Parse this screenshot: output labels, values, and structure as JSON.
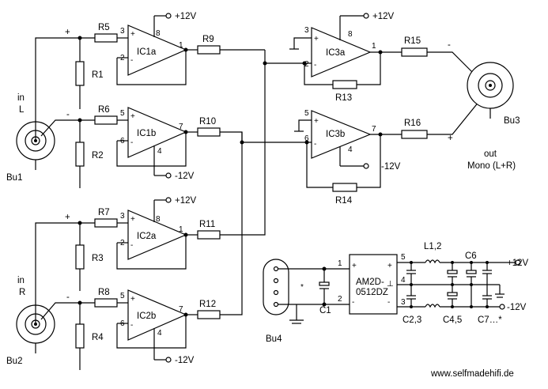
{
  "components": {
    "resistors": [
      "R1",
      "R2",
      "R3",
      "R4",
      "R5",
      "R6",
      "R7",
      "R8",
      "R9",
      "R10",
      "R11",
      "R12",
      "R13",
      "R14",
      "R15",
      "R16"
    ],
    "opamps": [
      "IC1a",
      "IC1b",
      "IC2a",
      "IC2b",
      "IC3a",
      "IC3b"
    ],
    "connectors": [
      "Bu1",
      "Bu2",
      "Bu3",
      "Bu4"
    ],
    "capacitors": [
      "C1",
      "C2,3",
      "C4,5",
      "C6",
      "C7…*"
    ],
    "inductor": "L1,2",
    "converter": [
      "AM2D-",
      "0512DZ"
    ]
  },
  "pins": {
    "p1": "1",
    "p2": "2",
    "p3": "3",
    "p4": "4",
    "p5": "5",
    "p6": "6",
    "p7": "7",
    "p8": "8"
  },
  "signs": {
    "plus": "+",
    "minus": "-",
    "star": "*",
    "gnd": "⊥"
  },
  "supply": {
    "pos": "+12V",
    "neg": "-12V"
  },
  "inputs": {
    "in": "in",
    "L": "L",
    "R": "R"
  },
  "output": {
    "out": "out",
    "mono": "Mono (L+R)"
  },
  "website": "www.selfmadehifi.de"
}
